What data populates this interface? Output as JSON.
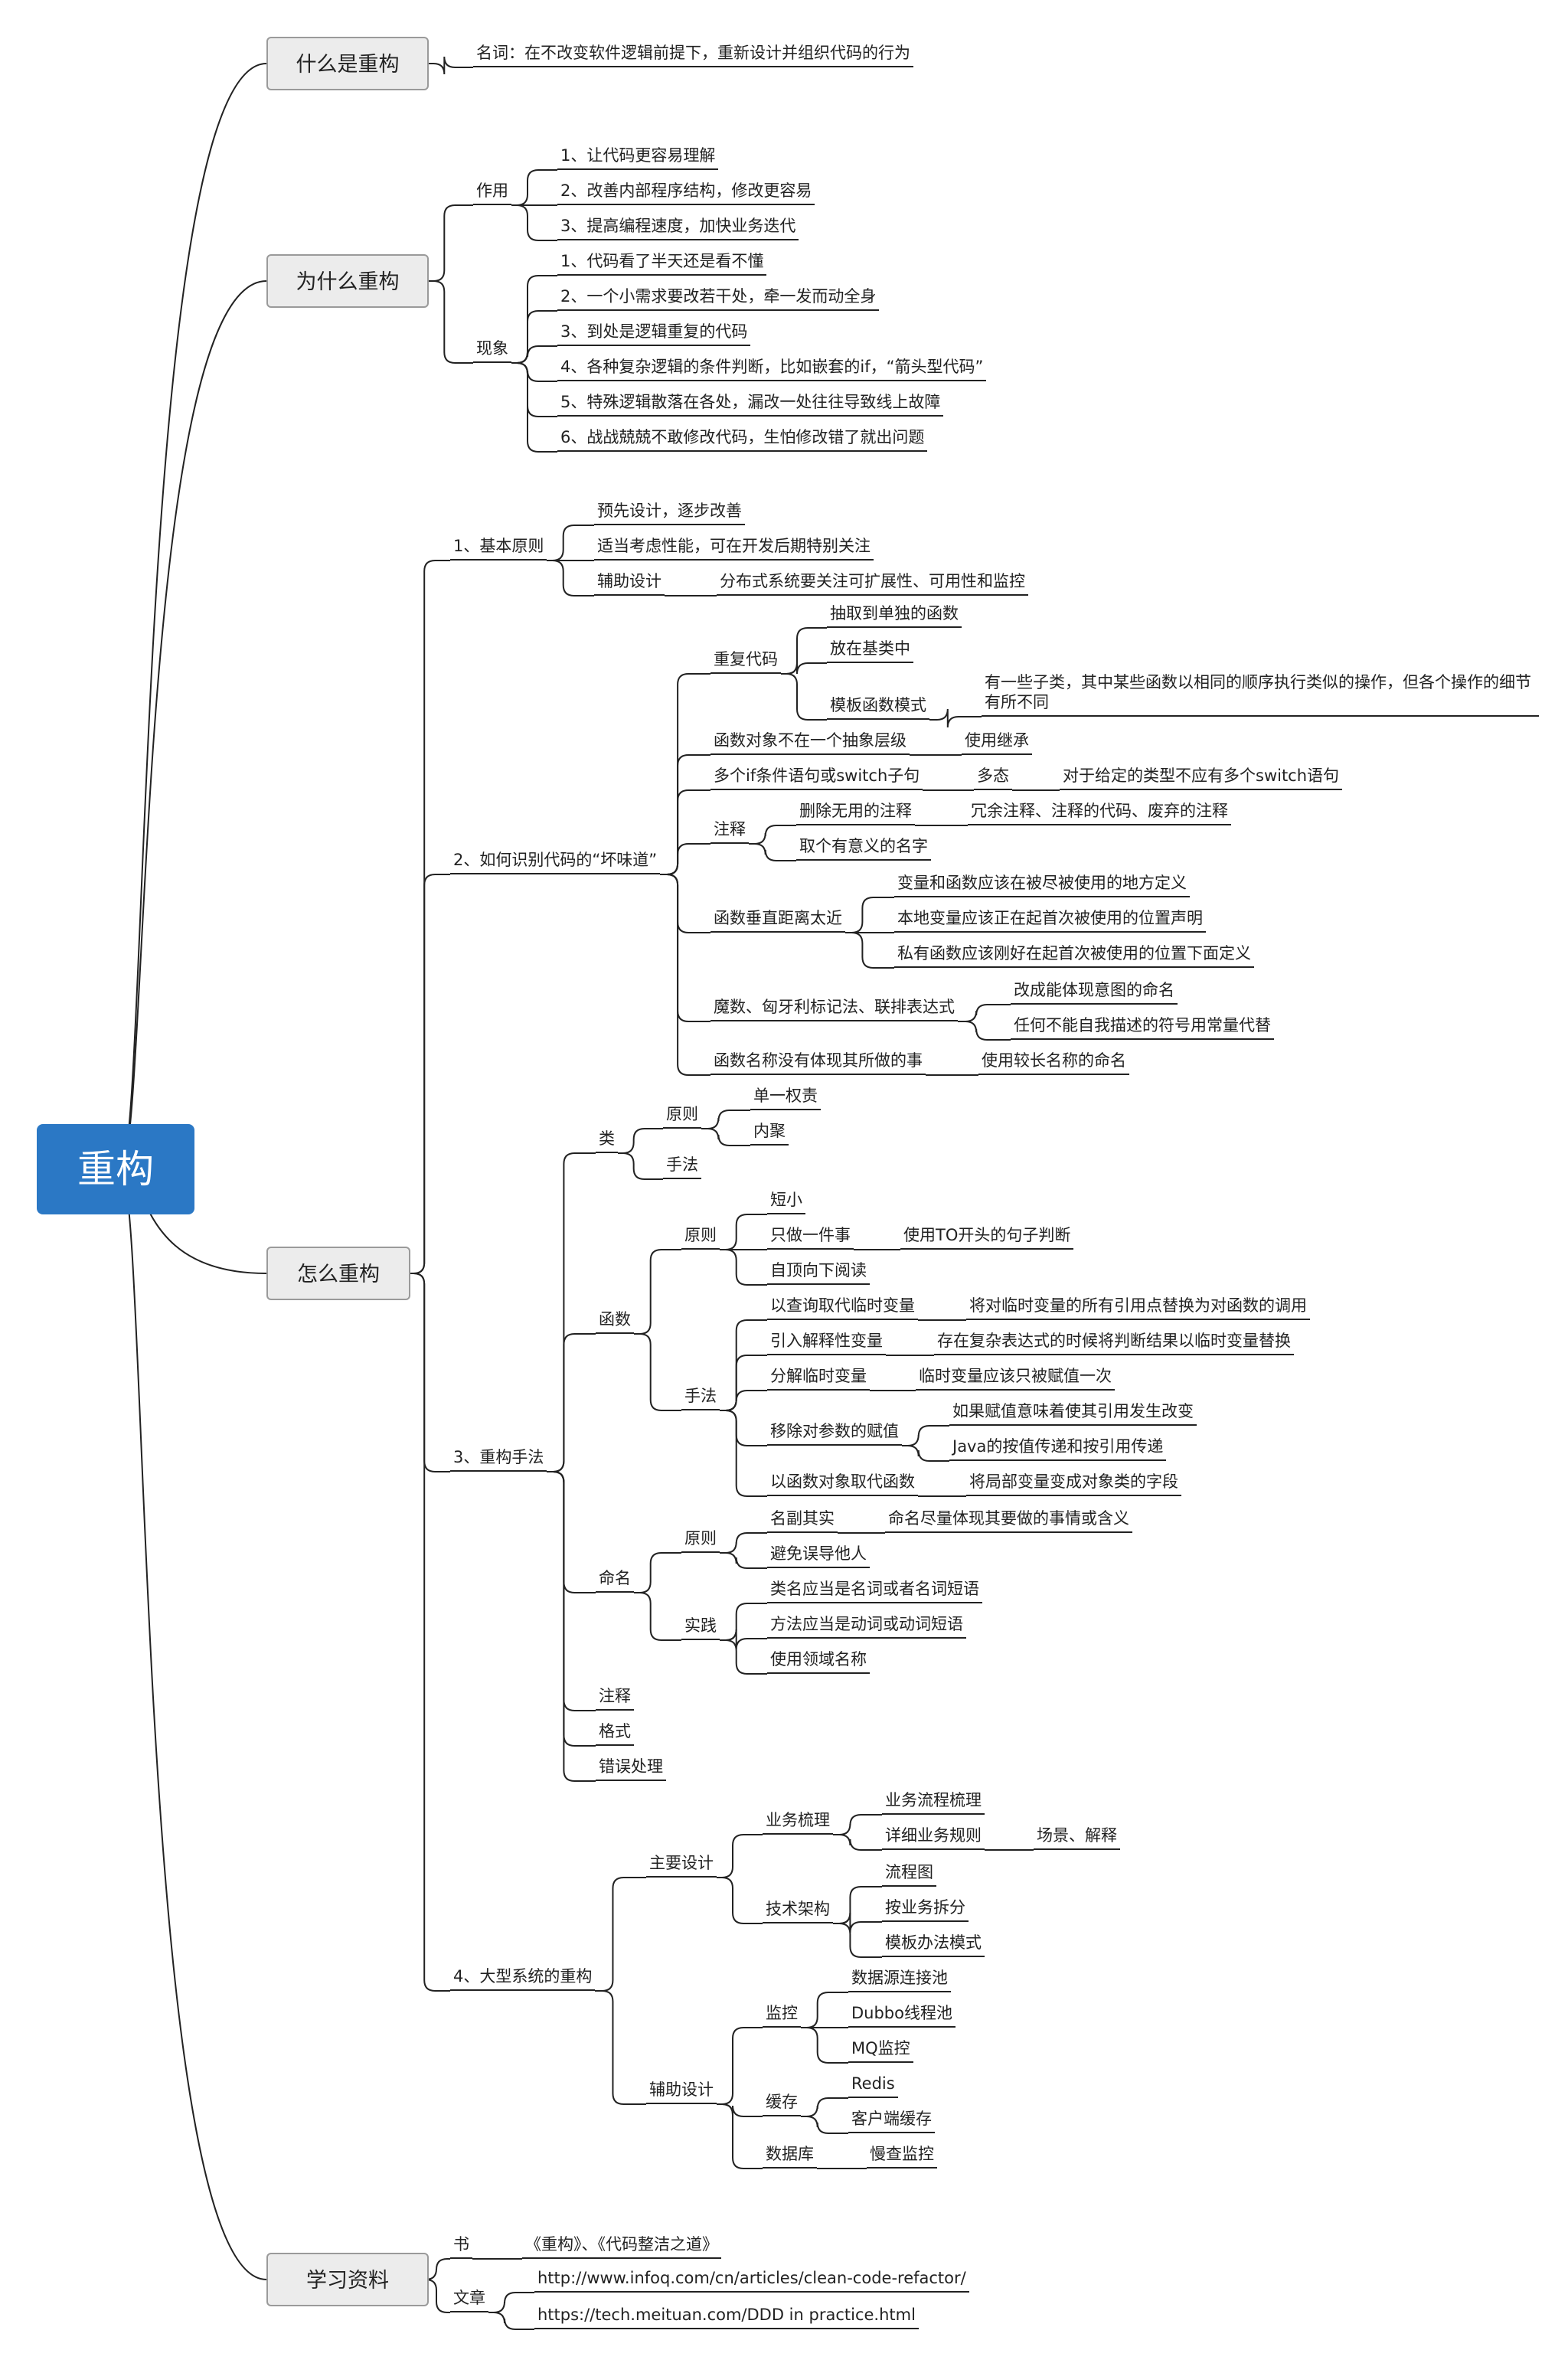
{
  "root": "重构",
  "sections": {
    "what": {
      "title": "什么是重构",
      "definition": "名词：在不改变软件逻辑前提下，重新设计并组织代码的行为"
    },
    "why": {
      "title": "为什么重构",
      "effect_label": "作用",
      "effects": [
        "1、让代码更容易理解",
        "2、改善内部程序结构，修改更容易",
        "3、提高编程速度，加快业务迭代"
      ],
      "symptom_label": "现象",
      "symptoms": [
        "1、代码看了半天还是看不懂",
        "2、一个小需求要改若干处，牵一发而动全身",
        "3、到处是逻辑重复的代码",
        "4、各种复杂逻辑的条件判断，比如嵌套的if，“箭头型代码”",
        "5、特殊逻辑散落在各处，漏改一处往往导致线上故障",
        "6、战战兢兢不敢修改代码，生怕修改错了就出问题"
      ]
    },
    "how": {
      "title": "怎么重构",
      "principles": {
        "label": "1、基本原则",
        "item1": "预先设计，逐步改善",
        "item2": "适当考虑性能，可在开发后期特别关注",
        "item3": "辅助设计",
        "item3_detail": "分布式系统要关注可扩展性、可用性和监控"
      },
      "smells": {
        "label": "2、如何识别代码的“坏味道”",
        "dup": "重复代码",
        "dup_extract": "抽取到单独的函数",
        "dup_base": "放在基类中",
        "dup_template": "模板函数模式",
        "dup_template_detail": "有一些子类，其中某些函数以相同的顺序执行类似的操作，但各个操作的细节有所不同",
        "level": "函数对象不在一个抽象层级",
        "level_fix": "使用继承",
        "multi_if": "多个if条件语句或switch子句",
        "poly": "多态",
        "poly_detail": "对于给定的类型不应有多个switch语句",
        "comment": "注释",
        "comment_del": "删除无用的注释",
        "comment_del_detail": "冗余注释、注释的代码、废弃的注释",
        "comment_name": "取个有意义的名字",
        "distance": "函数垂直距离太近",
        "dist1": "变量和函数应该在被尽被使用的地方定义",
        "dist2": "本地变量应该正在起首次被使用的位置声明",
        "dist3": "私有函数应该刚好在起首次被使用的位置下面定义",
        "magic": "魔数、匈牙利标记法、联排表达式",
        "magic1": "改成能体现意图的命名",
        "magic2": "任何不能自我描述的符号用常量代替",
        "fname": "函数名称没有体现其所做的事",
        "fname_fix": "使用较长名称的命名"
      },
      "techniques": {
        "label": "3、重构手法",
        "class": "类",
        "class_principle": "原则",
        "class_p1": "单一权责",
        "class_p2": "内聚",
        "class_method": "手法",
        "func": "函数",
        "func_principle": "原则",
        "func_p1": "短小",
        "func_p2": "只做一件事",
        "func_p2_detail": "使用TO开头的句子判断",
        "func_p3": "自顶向下阅读",
        "func_method": "手法",
        "m1": "以查询取代临时变量",
        "m1_detail": "将对临时变量的所有引用点替换为对函数的调用",
        "m2": "引入解释性变量",
        "m2_detail": "存在复杂表达式的时候将判断结果以临时变量替换",
        "m3": "分解临时变量",
        "m3_detail": "临时变量应该只被赋值一次",
        "m4": "移除对参数的赋值",
        "m4_detail1": "如果赋值意味着使其引用发生改变",
        "m4_detail2": "Java的按值传递和按引用传递",
        "m5": "以函数对象取代函数",
        "m5_detail": "将局部变量变成对象类的字段",
        "naming": "命名",
        "naming_principle": "原则",
        "n_p1": "名副其实",
        "n_p1_detail": "命名尽量体现其要做的事情或含义",
        "n_p2": "避免误导他人",
        "naming_practice": "实践",
        "n_r1": "类名应当是名词或者名词短语",
        "n_r2": "方法应当是动词或动词短语",
        "n_r3": "使用领域名称",
        "comments": "注释",
        "format": "格式",
        "errors": "错误处理"
      },
      "large": {
        "label": "4、大型系统的重构",
        "main": "主要设计",
        "biz": "业务梳理",
        "biz1": "业务流程梳理",
        "biz2": "详细业务规则",
        "biz2_detail": "场景、解释",
        "arch": "技术架构",
        "arch1": "流程图",
        "arch2": "按业务拆分",
        "arch3": "模板办法模式",
        "aux": "辅助设计",
        "monitor": "监控",
        "mon1": "数据源连接池",
        "mon2": "Dubbo线程池",
        "mon3": "MQ监控",
        "cache": "缓存",
        "cache1": "Redis",
        "cache2": "客户端缓存",
        "db": "数据库",
        "db1": "慢查监控"
      }
    },
    "learn": {
      "title": "学习资料",
      "book_label": "书",
      "book": "《重构》、《代码整洁之道》",
      "article_label": "文章",
      "article1": "http://www.infoq.com/cn/articles/clean-code-refactor/",
      "article2": "https://tech.meituan.com/DDD in practice.html"
    }
  }
}
